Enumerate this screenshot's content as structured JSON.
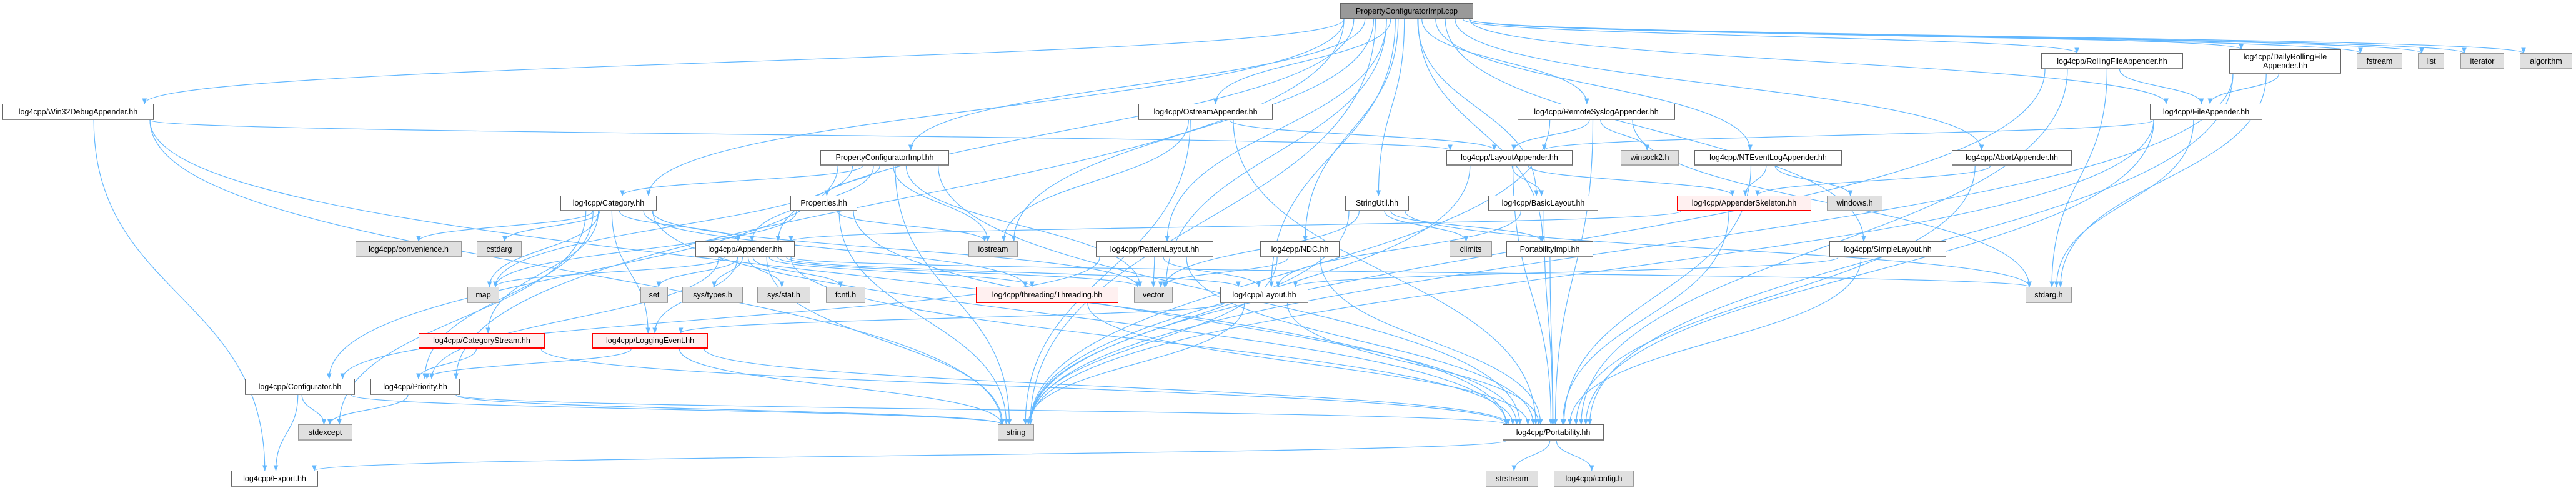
{
  "graph": {
    "title": "PropertyConfiguratorImpl.cpp",
    "colors": {
      "edge": "#63b8ff",
      "root_fill": "#999999",
      "external_fill": "#e0e0e0",
      "truncated_border": "#ff0000",
      "truncated_fill": "#fff0f0"
    },
    "nodes": [
      {
        "id": "root",
        "label": "PropertyConfiguratorImpl.cpp",
        "kind": "root"
      },
      {
        "id": "win32",
        "label": "log4cpp/Win32DebugAppender.hh",
        "kind": "normal"
      },
      {
        "id": "ostream",
        "label": "log4cpp/OstreamAppender.hh",
        "kind": "normal"
      },
      {
        "id": "remote",
        "label": "log4cpp/RemoteSyslogAppender.hh",
        "kind": "normal"
      },
      {
        "id": "rolling",
        "label": "log4cpp/RollingFileAppender.hh",
        "kind": "normal"
      },
      {
        "id": "daily",
        "label": "log4cpp/DailyRollingFile\nAppender.hh",
        "kind": "normal"
      },
      {
        "id": "fstream",
        "label": "fstream",
        "kind": "external"
      },
      {
        "id": "list",
        "label": "list",
        "kind": "external"
      },
      {
        "id": "iterator",
        "label": "iterator",
        "kind": "external"
      },
      {
        "id": "algorithm",
        "label": "algorithm",
        "kind": "external"
      },
      {
        "id": "fileapp",
        "label": "log4cpp/FileAppender.hh",
        "kind": "normal"
      },
      {
        "id": "pcimplhh",
        "label": "PropertyConfiguratorImpl.hh",
        "kind": "normal"
      },
      {
        "id": "layoutapp",
        "label": "log4cpp/LayoutAppender.hh",
        "kind": "normal"
      },
      {
        "id": "winsock",
        "label": "winsock2.h",
        "kind": "external"
      },
      {
        "id": "ntevent",
        "label": "log4cpp/NTEventLogAppender.hh",
        "kind": "normal"
      },
      {
        "id": "abort",
        "label": "log4cpp/AbortAppender.hh",
        "kind": "normal"
      },
      {
        "id": "category",
        "label": "log4cpp/Category.hh",
        "kind": "normal"
      },
      {
        "id": "properties",
        "label": "Properties.hh",
        "kind": "normal"
      },
      {
        "id": "stringutil",
        "label": "StringUtil.hh",
        "kind": "normal"
      },
      {
        "id": "basiclayout",
        "label": "log4cpp/BasicLayout.hh",
        "kind": "normal"
      },
      {
        "id": "skeleton",
        "label": "log4cpp/AppenderSkeleton.hh",
        "kind": "truncated"
      },
      {
        "id": "windows",
        "label": "windows.h",
        "kind": "external"
      },
      {
        "id": "convenience",
        "label": "log4cpp/convenience.h",
        "kind": "external"
      },
      {
        "id": "cstdarg",
        "label": "cstdarg",
        "kind": "external"
      },
      {
        "id": "appender",
        "label": "log4cpp/Appender.hh",
        "kind": "normal"
      },
      {
        "id": "iostream",
        "label": "iostream",
        "kind": "external"
      },
      {
        "id": "pattern",
        "label": "log4cpp/PatternLayout.hh",
        "kind": "normal"
      },
      {
        "id": "ndc",
        "label": "log4cpp/NDC.hh",
        "kind": "normal"
      },
      {
        "id": "climits",
        "label": "climits",
        "kind": "external"
      },
      {
        "id": "portimpl",
        "label": "PortabilityImpl.hh",
        "kind": "normal"
      },
      {
        "id": "simplelayout",
        "label": "log4cpp/SimpleLayout.hh",
        "kind": "normal"
      },
      {
        "id": "map",
        "label": "map",
        "kind": "external"
      },
      {
        "id": "set",
        "label": "set",
        "kind": "external"
      },
      {
        "id": "systypes",
        "label": "sys/types.h",
        "kind": "external"
      },
      {
        "id": "sysstat",
        "label": "sys/stat.h",
        "kind": "external"
      },
      {
        "id": "fcntl",
        "label": "fcntl.h",
        "kind": "external"
      },
      {
        "id": "threading",
        "label": "log4cpp/threading/Threading.hh",
        "kind": "truncated"
      },
      {
        "id": "vector",
        "label": "vector",
        "kind": "external"
      },
      {
        "id": "layout",
        "label": "log4cpp/Layout.hh",
        "kind": "normal"
      },
      {
        "id": "stdarg",
        "label": "stdarg.h",
        "kind": "external"
      },
      {
        "id": "catstream",
        "label": "log4cpp/CategoryStream.hh",
        "kind": "truncated"
      },
      {
        "id": "logevent",
        "label": "log4cpp/LoggingEvent.hh",
        "kind": "truncated"
      },
      {
        "id": "configurator",
        "label": "log4cpp/Configurator.hh",
        "kind": "normal"
      },
      {
        "id": "priority",
        "label": "log4cpp/Priority.hh",
        "kind": "normal"
      },
      {
        "id": "stdexcept",
        "label": "stdexcept",
        "kind": "external"
      },
      {
        "id": "string",
        "label": "string",
        "kind": "external"
      },
      {
        "id": "portability",
        "label": "log4cpp/Portability.hh",
        "kind": "normal"
      },
      {
        "id": "export",
        "label": "log4cpp/Export.hh",
        "kind": "normal"
      },
      {
        "id": "strstream",
        "label": "strstream",
        "kind": "external"
      },
      {
        "id": "config",
        "label": "log4cpp/config.h",
        "kind": "external"
      }
    ],
    "edges": [
      [
        "root",
        "portimpl"
      ],
      [
        "root",
        "iostream"
      ],
      [
        "root",
        "string"
      ],
      [
        "root",
        "fstream"
      ],
      [
        "root",
        "category"
      ],
      [
        "root",
        "appender"
      ],
      [
        "root",
        "ostream"
      ],
      [
        "root",
        "fileapp"
      ],
      [
        "root",
        "rolling"
      ],
      [
        "root",
        "daily"
      ],
      [
        "root",
        "abort"
      ],
      [
        "root",
        "win32"
      ],
      [
        "root",
        "ntevent"
      ],
      [
        "root",
        "remote"
      ],
      [
        "root",
        "layout"
      ],
      [
        "root",
        "basiclayout"
      ],
      [
        "root",
        "simplelayout"
      ],
      [
        "root",
        "pattern"
      ],
      [
        "root",
        "priority"
      ],
      [
        "root",
        "ndc"
      ],
      [
        "root",
        "list"
      ],
      [
        "root",
        "vector"
      ],
      [
        "root",
        "iterator"
      ],
      [
        "root",
        "algorithm"
      ],
      [
        "root",
        "pcimplhh"
      ],
      [
        "root",
        "stringutil"
      ],
      [
        "win32",
        "portability"
      ],
      [
        "win32",
        "string"
      ],
      [
        "win32",
        "layoutapp"
      ],
      [
        "win32",
        "export"
      ],
      [
        "ostream",
        "portability"
      ],
      [
        "ostream",
        "string"
      ],
      [
        "ostream",
        "iostream"
      ],
      [
        "ostream",
        "layoutapp"
      ],
      [
        "remote",
        "portability"
      ],
      [
        "remote",
        "string"
      ],
      [
        "remote",
        "stdarg"
      ],
      [
        "remote",
        "layoutapp"
      ],
      [
        "remote",
        "winsock"
      ],
      [
        "rolling",
        "portability"
      ],
      [
        "rolling",
        "fileapp"
      ],
      [
        "rolling",
        "string"
      ],
      [
        "rolling",
        "stdarg"
      ],
      [
        "daily",
        "portability"
      ],
      [
        "daily",
        "fileapp"
      ],
      [
        "daily",
        "string"
      ],
      [
        "daily",
        "stdarg"
      ],
      [
        "fileapp",
        "portability"
      ],
      [
        "fileapp",
        "layoutapp"
      ],
      [
        "fileapp",
        "string"
      ],
      [
        "fileapp",
        "stdarg"
      ],
      [
        "pcimplhh",
        "portability"
      ],
      [
        "pcimplhh",
        "configurator"
      ],
      [
        "pcimplhh",
        "appender"
      ],
      [
        "pcimplhh",
        "category"
      ],
      [
        "pcimplhh",
        "properties"
      ],
      [
        "pcimplhh",
        "iostream"
      ],
      [
        "pcimplhh",
        "string"
      ],
      [
        "pcimplhh",
        "map"
      ],
      [
        "pcimplhh",
        "vector"
      ],
      [
        "layoutapp",
        "portability"
      ],
      [
        "layoutapp",
        "string"
      ],
      [
        "layoutapp",
        "skeleton"
      ],
      [
        "layoutapp",
        "basiclayout"
      ],
      [
        "ntevent",
        "portability"
      ],
      [
        "ntevent",
        "skeleton"
      ],
      [
        "ntevent",
        "windows"
      ],
      [
        "abort",
        "portability"
      ],
      [
        "abort",
        "skeleton"
      ],
      [
        "category",
        "portability"
      ],
      [
        "category",
        "appender"
      ],
      [
        "category",
        "logevent"
      ],
      [
        "category",
        "priority"
      ],
      [
        "category",
        "catstream"
      ],
      [
        "category",
        "threading"
      ],
      [
        "category",
        "convenience"
      ],
      [
        "category",
        "map"
      ],
      [
        "category",
        "vector"
      ],
      [
        "category",
        "cstdarg"
      ],
      [
        "category",
        "stdexcept"
      ],
      [
        "properties",
        "portability"
      ],
      [
        "properties",
        "string"
      ],
      [
        "properties",
        "iostream"
      ],
      [
        "properties",
        "map"
      ],
      [
        "stringutil",
        "portimpl"
      ],
      [
        "stringutil",
        "string"
      ],
      [
        "stringutil",
        "vector"
      ],
      [
        "stringutil",
        "climits"
      ],
      [
        "stringutil",
        "stdarg"
      ],
      [
        "basiclayout",
        "portability"
      ],
      [
        "basiclayout",
        "layout"
      ],
      [
        "skeleton",
        "portability"
      ],
      [
        "skeleton",
        "appender"
      ],
      [
        "appender",
        "portability"
      ],
      [
        "appender",
        "string"
      ],
      [
        "appender",
        "map"
      ],
      [
        "appender",
        "set"
      ],
      [
        "appender",
        "vector"
      ],
      [
        "appender",
        "stdarg"
      ],
      [
        "appender",
        "systypes"
      ],
      [
        "appender",
        "sysstat"
      ],
      [
        "appender",
        "fcntl"
      ],
      [
        "appender",
        "priority"
      ],
      [
        "appender",
        "layout"
      ],
      [
        "appender",
        "logevent"
      ],
      [
        "appender",
        "threading"
      ],
      [
        "pattern",
        "portability"
      ],
      [
        "pattern",
        "layout"
      ],
      [
        "pattern",
        "configurator"
      ],
      [
        "pattern",
        "vector"
      ],
      [
        "ndc",
        "portability"
      ],
      [
        "ndc",
        "string"
      ],
      [
        "ndc",
        "vector"
      ],
      [
        "portimpl",
        "portability"
      ],
      [
        "simplelayout",
        "portability"
      ],
      [
        "simplelayout",
        "layout"
      ],
      [
        "layout",
        "portability"
      ],
      [
        "layout",
        "logevent"
      ],
      [
        "layout",
        "string"
      ],
      [
        "threading",
        "portability"
      ],
      [
        "catstream",
        "portability"
      ],
      [
        "catstream",
        "priority"
      ],
      [
        "logevent",
        "portability"
      ],
      [
        "logevent",
        "string"
      ],
      [
        "logevent",
        "priority"
      ],
      [
        "configurator",
        "export"
      ],
      [
        "configurator",
        "string"
      ],
      [
        "configurator",
        "stdexcept"
      ],
      [
        "priority",
        "portability"
      ],
      [
        "priority",
        "string"
      ],
      [
        "priority",
        "stdexcept"
      ],
      [
        "portability",
        "config"
      ],
      [
        "portability",
        "strstream"
      ],
      [
        "portability",
        "export"
      ]
    ]
  }
}
